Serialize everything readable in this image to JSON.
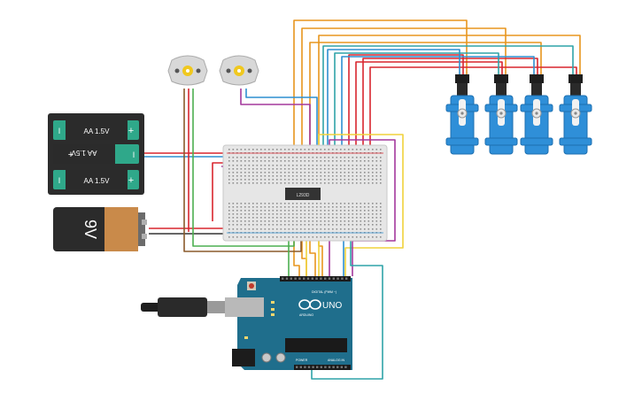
{
  "battery_pack": {
    "cells": [
      {
        "label": "AA 1.5V",
        "neg": "I",
        "pos": "+"
      },
      {
        "label": "AA 1.5V",
        "neg": "I",
        "pos": "+"
      },
      {
        "label": "AA 1.5V",
        "neg": "I",
        "pos": "+"
      }
    ]
  },
  "battery_9v": {
    "label": "9V"
  },
  "breadboard": {
    "chip_label": "L293D"
  },
  "servos": {
    "count": 4
  },
  "motors": {
    "count": 2
  },
  "arduino": {
    "uno_label": "UNO",
    "brand_label": "ARDUINO",
    "digital_label": "DIGITAL (PWM ~)",
    "power_label": "POWER",
    "analog_label": "ANALOG IN",
    "pins_top": [
      "AREF",
      "GND",
      "13",
      "12",
      "~11",
      "~10",
      "~9",
      "8",
      "7",
      "~6",
      "~5",
      "4",
      "~3",
      "2",
      "TX 1",
      "RX 0"
    ],
    "pins_bottom": [
      "IOREF",
      "RESET",
      "3.3V",
      "5V",
      "GND",
      "GND",
      "Vin",
      "A0",
      "A1",
      "A2",
      "A3",
      "A4",
      "A5"
    ]
  },
  "colors": {
    "wire_orange": "#e8961e",
    "wire_red": "#d9262f",
    "wire_purple": "#a3389c",
    "wire_blue": "#2e8fd1",
    "wire_teal": "#2fa3a8",
    "wire_yellow": "#f0d23c",
    "wire_green": "#4caf50",
    "wire_brown": "#8a5a2b",
    "wire_dark": "#333333",
    "board_blue": "#1f6e8c",
    "servo_blue": "#2f8fd8",
    "battery_green": "#2fa88a"
  }
}
